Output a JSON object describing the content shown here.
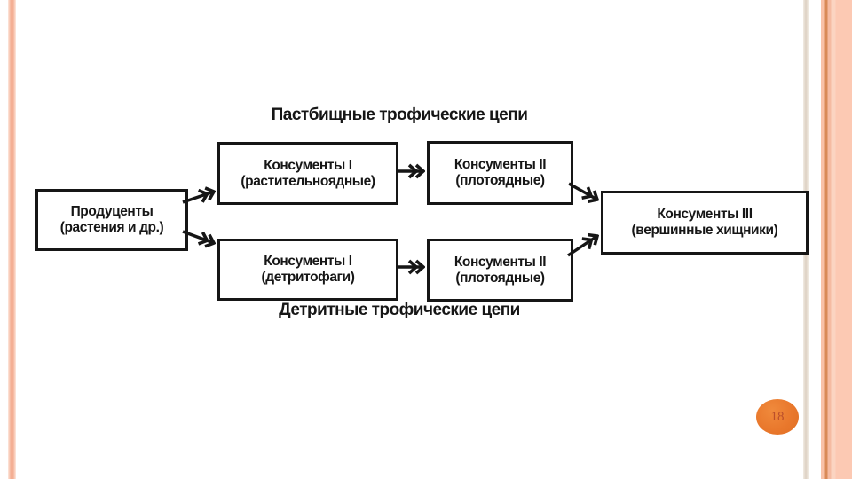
{
  "slide": {
    "page_number": "18",
    "colors": {
      "left_stripe": "#f4af94",
      "right_thin_stripe": "#dcd0c2",
      "right_band": "#fcc9b3",
      "right_band_line": "#d98a57",
      "badge_fill": "#e9782c",
      "badge_text": "#bb4f2b",
      "diagram_ink": "#161616",
      "background": "#ffffff"
    }
  },
  "diagram": {
    "top_title": "Пастбищные трофические цепи",
    "bottom_title": "Детритные трофические цепи",
    "boxes": [
      {
        "id": "producers",
        "line1": "Продуценты",
        "line2": "(растения и др.)"
      },
      {
        "id": "consumers1_grazing",
        "line1": "Консументы I",
        "line2": "(растительноядные)"
      },
      {
        "id": "consumers2_grazing",
        "line1": "Консументы II",
        "line2": "(плотоядные)"
      },
      {
        "id": "consumers3",
        "line1": "Консументы III",
        "line2": "(вершинные хищники)"
      },
      {
        "id": "consumers1_detritus",
        "line1": "Консументы I",
        "line2": "(детритофаги)"
      },
      {
        "id": "consumers2_detritus",
        "line1": "Консументы II",
        "line2": "(плотоядные)"
      }
    ]
  }
}
